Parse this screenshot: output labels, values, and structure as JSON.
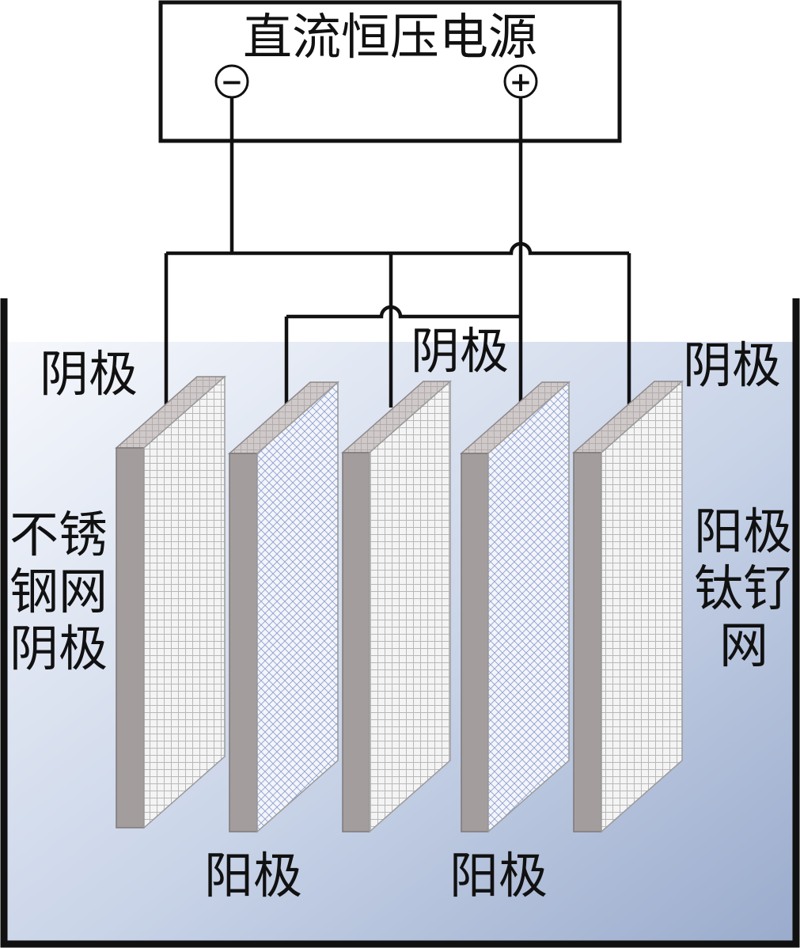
{
  "power_supply": {
    "label": "直流恒压电源",
    "negative_sign": "−",
    "positive_sign": "+"
  },
  "labels": {
    "cathode_left": "阴极",
    "cathode_center": "阴极",
    "cathode_right": "阴极",
    "anode_left": "阳极",
    "anode_right": "阳极",
    "cathode_material": [
      "不锈",
      "钢网",
      "阴极"
    ],
    "anode_material": [
      "阳极",
      "钛钌",
      "网"
    ]
  },
  "colors": {
    "line": "#111111",
    "plate_edge": "#a09a9a",
    "plate_top": "#c9c3c3",
    "cathode_mesh": "#b5b5b5",
    "anode_mesh": "#7d8fc8",
    "water_light": "#f2f5fa",
    "water_dark": "#9fb0cf"
  }
}
